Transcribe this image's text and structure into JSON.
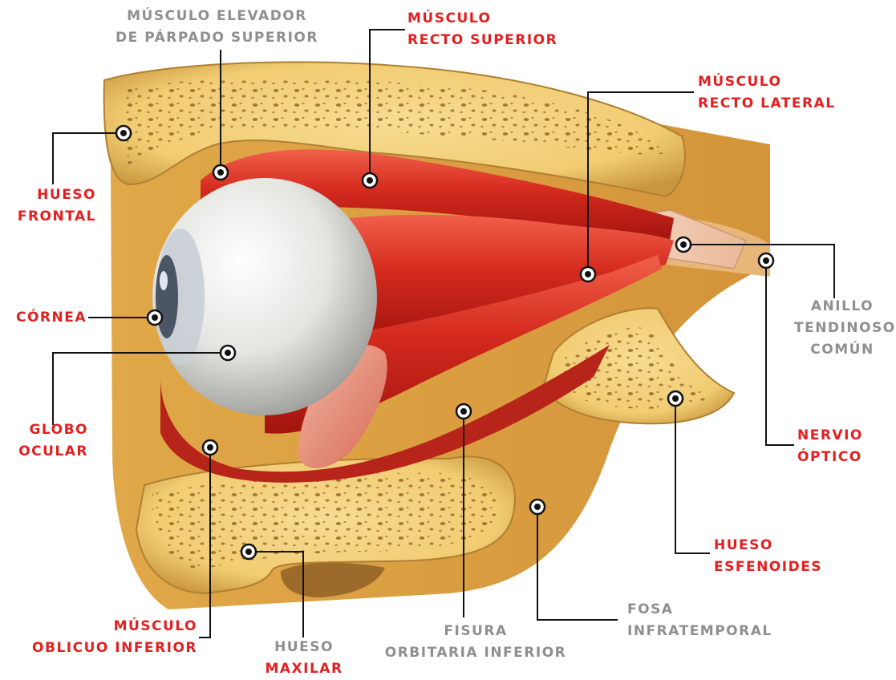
{
  "colors": {
    "red_label": "#e41f1f",
    "gray_label": "#8f8f8f",
    "bone": "#f2cf7c",
    "muscle": "#d42a1e"
  },
  "labels": {
    "musculo_elevador": {
      "line1": "MÚSCULO  ELEVADOR",
      "line2": "DE PÁRPADO SUPERIOR"
    },
    "musculo_recto_superior": {
      "line1": "MÚSCULO",
      "line2": "RECTO SUPERIOR"
    },
    "musculo_recto_lateral": {
      "line1": "MÚSCULO",
      "line2": "RECTO LATERAL"
    },
    "hueso_frontal": {
      "line1": "HUESO",
      "line2": "FRONTAL"
    },
    "cornea": {
      "line1": "CÓRNEA"
    },
    "globo_ocular": {
      "line1": "GLOBO",
      "line2": "OCULAR"
    },
    "anillo_tendinoso": {
      "line1": "ANILLO",
      "line2": "TENDINOSO",
      "line3": "COMÚN"
    },
    "nervio_optico": {
      "line1": "NERVIO",
      "line2": "ÓPTICO"
    },
    "hueso_esfenoides": {
      "line1": "HUESO",
      "line2": "ESFENOIDES"
    },
    "musculo_oblicuo_inferior": {
      "line1": "MÚSCULO",
      "line2": "OBLICUO INFERIOR"
    },
    "hueso_maxilar": {
      "line1": "HUESO",
      "line2": "MAXILAR"
    },
    "fisura_orbitaria": {
      "line1": "FISURA",
      "line2": "ORBITARIA INFERIOR"
    },
    "fosa_infratemporal": {
      "line1": "FOSA",
      "line2": "INFRATEMPORAL"
    }
  }
}
